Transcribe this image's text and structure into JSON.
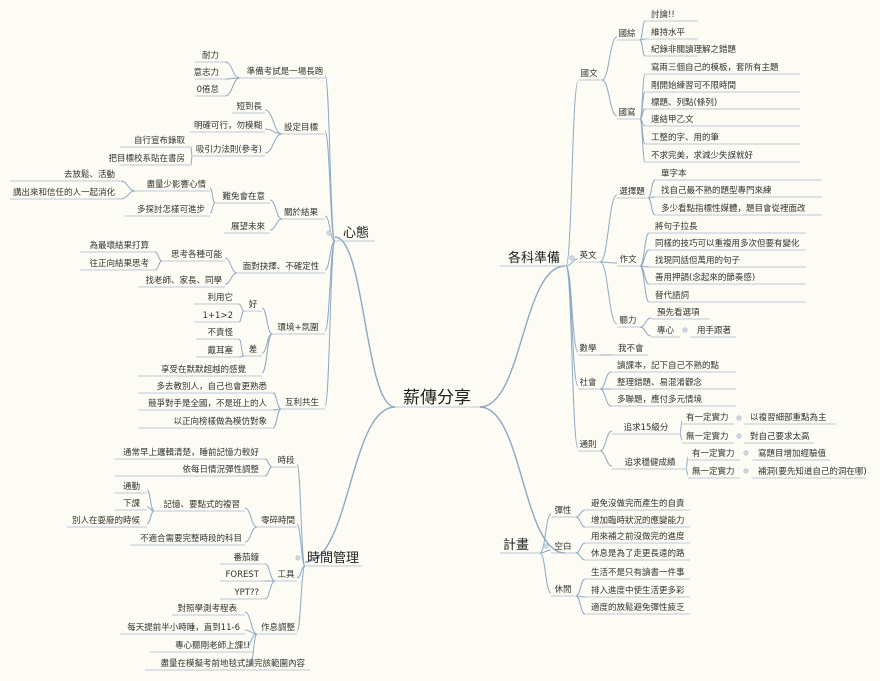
{
  "root": "薪傳分享",
  "mindset": {
    "title": "心態",
    "exam_marathon": {
      "label": "準備考試是一場長跑",
      "items": [
        "耐力",
        "意志力",
        "0倦怠"
      ]
    },
    "set_goal": {
      "label": "設定目標",
      "short_long": "短到長",
      "clear": "明確可行，勿模糊",
      "attraction": "吸引力法則(參考)",
      "attraction_items": [
        "自行宣布錄取",
        "把目標校系貼在書房"
      ]
    },
    "about_result": {
      "label": "關於結果",
      "avoid": "難免會在意",
      "avoid_items": [
        "盡量少影響心情",
        "多探討怎樣可進步"
      ],
      "mood_items": [
        "去放鬆、活動",
        "講出來和信任的人一起消化"
      ],
      "hope": "展望未來"
    },
    "uncertainty": {
      "label": "面對抉擇、不確定性",
      "think": "思考各種可能",
      "think_items": [
        "為最壞結果打算",
        "往正向結果思考"
      ],
      "talk": "找老師、家長、同學"
    },
    "environment": {
      "label": "環境+氛圍",
      "good": "好",
      "good_items": [
        "利用它",
        "1+1>2"
      ],
      "bad": "差",
      "bad_items": [
        "不責怪",
        "戴耳塞"
      ],
      "enjoy": "享受在默默超越的感覺"
    },
    "mutual": {
      "label": "互利共生",
      "items": [
        "多去教別人，自己也會更熟悉",
        "競爭對手是全國，不是班上的人",
        "以正向榜樣做為模仿對象"
      ]
    }
  },
  "time": {
    "title": "時間管理",
    "period": {
      "label": "時段",
      "items": [
        "通常早上邏輯清楚，睡前記憶力較好",
        "依每日情況彈性調整"
      ]
    },
    "fragment": {
      "label": "零碎時間",
      "memo": "記憶、要點式的複習",
      "memo_items": [
        "通勤",
        "下課",
        "別人在耍廢的時候"
      ],
      "not_for": "不適合需要完整時段的科目"
    },
    "tools": {
      "label": "工具",
      "items": [
        "番茄鐘",
        "FOREST",
        "YPT??"
      ]
    },
    "routine": {
      "label": "作息調整",
      "items": [
        "對照學測考程表",
        "每天提前半小時睡，直到11-6",
        "專心聽剛老師上課!!",
        "盡量在模擬考前地毯式讀完該範圍內容"
      ]
    }
  },
  "subjects": {
    "title": "各科準備",
    "chinese": {
      "label": "國文",
      "general": {
        "label": "國綜",
        "items": [
          "討論!!",
          "維持水平",
          "紀錄非關讀理解之錯題"
        ]
      },
      "writing": {
        "label": "國寫",
        "items": [
          "寫兩三個自己的模板，套所有主題",
          "剛開始練習可不限時間",
          "標題、列點(條列)",
          "連結甲乙文",
          "工整的字、用的筆",
          "不求完美，求減少失誤就好"
        ]
      }
    },
    "english": {
      "label": "英文",
      "choice": {
        "label": "選擇題",
        "items": [
          "單字本",
          "找自己最不熟的題型專門來練",
          "多少看點指標性媒體，題目會從裡面改"
        ]
      },
      "essay": {
        "label": "作文",
        "items": [
          "將句子拉長",
          "同樣的技巧可以重複用多次但要有變化",
          "找現同話但萬用的句子",
          "善用押韻(念起來的節奏感)",
          "替代語詞"
        ]
      },
      "listening": {
        "label": "聽力",
        "preview": "預先看選項",
        "focus": "專心",
        "note": "用手跟著"
      }
    },
    "math": {
      "label": "數學",
      "item": "我不會"
    },
    "social": {
      "label": "社會",
      "items": [
        "讀課本，記下自己不熟的點",
        "整理錯題、易混淆觀念",
        "多聯題，應付多元情境"
      ]
    },
    "rules": {
      "label": "通則",
      "level15": {
        "label": "追求15級分",
        "has": "有一定實力",
        "has_note": "以複習細部重點為主",
        "no": "無一定實力",
        "no_note": "對自己要求太高"
      },
      "steady": {
        "label": "追求穩健成績",
        "has": "有一定實力",
        "has_note": "寫題目增加經驗值",
        "no": "無一定實力",
        "no_note": "補洞(要先知道自己的洞在哪)"
      }
    }
  },
  "plan": {
    "title": "計畫",
    "flex": {
      "label": "彈性",
      "items": [
        "避免沒做完而產生的自責",
        "增加臨時狀況的應變能力"
      ]
    },
    "blank": {
      "label": "空白",
      "items": [
        "用來補之前沒做完的進度",
        "休息是為了走更長遠的路"
      ]
    },
    "rest": {
      "label": "休閒",
      "items": [
        "生活不是只有讀書一件事",
        "排入進度中使生活更多彩",
        "適度的放鬆避免彈性疲乏"
      ]
    }
  }
}
